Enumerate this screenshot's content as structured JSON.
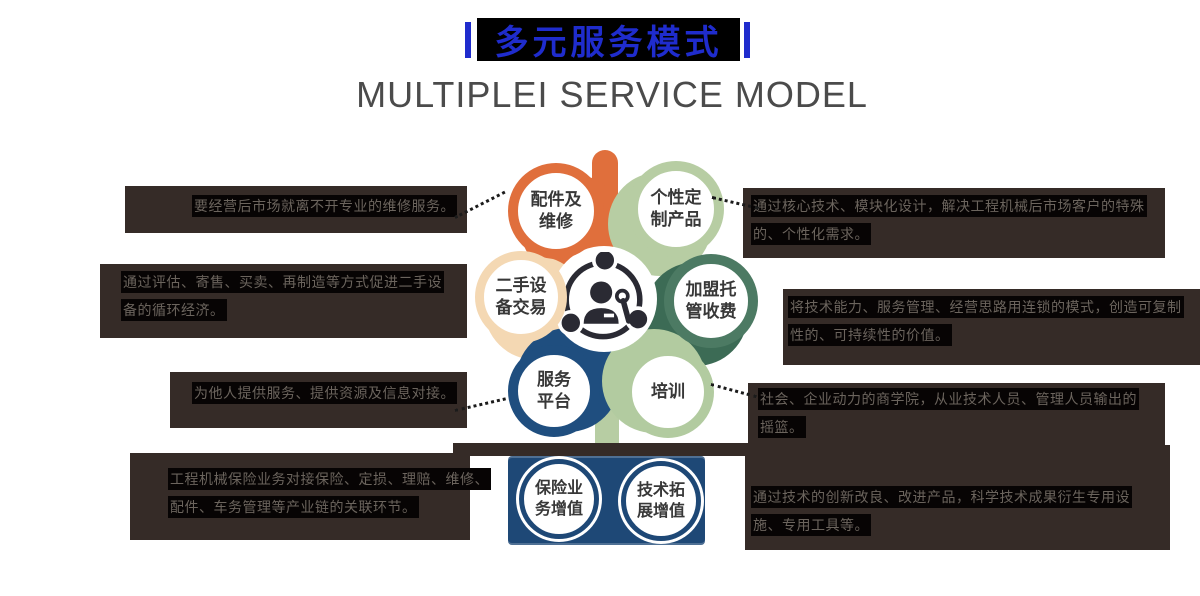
{
  "header": {
    "title": "多元服务模式",
    "subtitle": "MULTIPLEI SERVICE MODEL"
  },
  "colors": {
    "title_blue": "#1f2ccd",
    "title_band_black": "#000000",
    "subtitle_gray": "#4b4b4b",
    "panel_brown": "#352b27",
    "panel_highlight_black": "#070404",
    "panel_text_gray": "#6b645d",
    "node_orange": "#e06f3c",
    "node_sage_green": "#b7cda3",
    "node_peach": "#f4d8b3",
    "node_dark_teal": "#4c7a63",
    "node_navy": "#1f4e7f",
    "bottom_rect_navy": "#1e4876",
    "center_icon_dark": "#2a2a33"
  },
  "diagram": {
    "center_icon": "person-network-icon",
    "nodes": [
      {
        "id": "parts-maintenance",
        "line1": "配件及",
        "line2": "维修",
        "color": "#e06f3c"
      },
      {
        "id": "custom-products",
        "line1": "个性定",
        "line2": "制产品",
        "color": "#b7cda3"
      },
      {
        "id": "secondhand-equipment",
        "line1": "二手设",
        "line2": "备交易",
        "color": "#f4d8b3"
      },
      {
        "id": "franchise-fees",
        "line1": "加盟托",
        "line2": "管收费",
        "color": "#4c7a63"
      },
      {
        "id": "service-platform",
        "line1": "服务",
        "line2": "平台",
        "color": "#1f4e7f"
      },
      {
        "id": "training",
        "line1": "培训",
        "line2": "",
        "color": "#b2cba0"
      }
    ],
    "bottom_nodes": [
      {
        "id": "insurance-value",
        "line1": "保险业",
        "line2": "务增值",
        "color": "#1e4876"
      },
      {
        "id": "tech-expansion-value",
        "line1": "技术拓",
        "line2": "展增值",
        "color": "#1e4876"
      }
    ]
  },
  "annotations": {
    "left": [
      {
        "lines": [
          "要经营后市场就离不开专业的维修服务。"
        ]
      },
      {
        "lines": [
          "通过评估、寄售、买卖、再制造等方式促进二手设",
          "备的循环经济。"
        ]
      },
      {
        "lines": [
          "为他人提供服务、提供资源及信息对接。"
        ]
      },
      {
        "lines": [
          "工程机械保险业务对接保险、定损、理赔、维修、",
          "配件、车务管理等产业链的关联环节。"
        ]
      }
    ],
    "right": [
      {
        "lines": [
          "通过核心技术、模块化设计，解决工程机械后市场客户的特殊",
          "的、个性化需求。"
        ]
      },
      {
        "lines": [
          "将技术能力、服务管理、经营思路用连锁的模式，创造可复制",
          "性的、可持续性的价值。"
        ]
      },
      {
        "lines": [
          "社会、企业动力的商学院，从业技术人员、管理人员输出的",
          "摇篮。"
        ]
      },
      {
        "lines": [
          "通过技术的创新改良、改进产品，科学技术成果衍生专用设",
          "施、专用工具等。"
        ]
      }
    ]
  }
}
